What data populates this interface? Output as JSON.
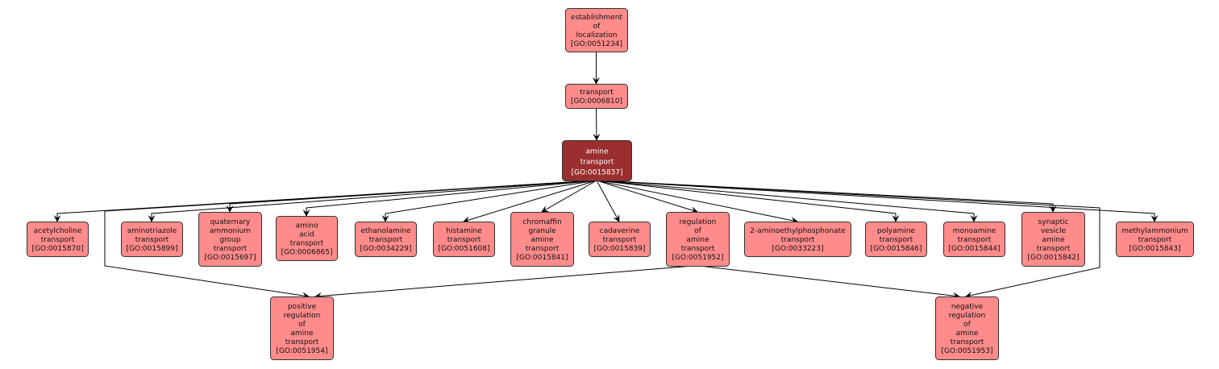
{
  "diagram": {
    "title": "GO term graph for amine transport",
    "colors": {
      "node_fill": "#ff8b8b",
      "focus_fill": "#9b2f2f",
      "edge": "#000000"
    },
    "nodes": [
      {
        "id": "GO:0051234",
        "lines": [
          "establishment",
          "of",
          "localization",
          "[GO:0051234]"
        ],
        "focus": false
      },
      {
        "id": "GO:0006810",
        "lines": [
          "transport",
          "[GO:0006810]"
        ],
        "focus": false
      },
      {
        "id": "GO:0015837",
        "lines": [
          "amine",
          "transport",
          "[GO:0015837]"
        ],
        "focus": true
      },
      {
        "id": "GO:0015870",
        "lines": [
          "acetylcholine",
          "transport",
          "[GO:0015870]"
        ],
        "focus": false
      },
      {
        "id": "GO:0015899",
        "lines": [
          "aminotriazole",
          "transport",
          "[GO:0015899]"
        ],
        "focus": false
      },
      {
        "id": "GO:0015697",
        "lines": [
          "quaternary",
          "ammonium",
          "group",
          "transport",
          "[GO:0015697]"
        ],
        "focus": false
      },
      {
        "id": "GO:0006865",
        "lines": [
          "amino",
          "acid",
          "transport",
          "[GO:0006865]"
        ],
        "focus": false
      },
      {
        "id": "GO:0034229",
        "lines": [
          "ethanolamine",
          "transport",
          "[GO:0034229]"
        ],
        "focus": false
      },
      {
        "id": "GO:0051608",
        "lines": [
          "histamine",
          "transport",
          "[GO:0051608]"
        ],
        "focus": false
      },
      {
        "id": "GO:0015841",
        "lines": [
          "chromaffin",
          "granule",
          "amine",
          "transport",
          "[GO:0015841]"
        ],
        "focus": false
      },
      {
        "id": "GO:0015839",
        "lines": [
          "cadaverine",
          "transport",
          "[GO:0015839]"
        ],
        "focus": false
      },
      {
        "id": "GO:0051952",
        "lines": [
          "regulation",
          "of",
          "amine",
          "transport",
          "[GO:0051952]"
        ],
        "focus": false
      },
      {
        "id": "GO:0033223",
        "lines": [
          "2-aminoethylphosphonate",
          "transport",
          "[GO:0033223]"
        ],
        "focus": false
      },
      {
        "id": "GO:0015846",
        "lines": [
          "polyamine",
          "transport",
          "[GO:0015846]"
        ],
        "focus": false
      },
      {
        "id": "GO:0015844",
        "lines": [
          "monoamine",
          "transport",
          "[GO:0015844]"
        ],
        "focus": false
      },
      {
        "id": "GO:0015842",
        "lines": [
          "synaptic",
          "vesicle",
          "amine",
          "transport",
          "[GO:0015842]"
        ],
        "focus": false
      },
      {
        "id": "GO:0015843",
        "lines": [
          "methylammonium",
          "transport",
          "[GO:0015843]"
        ],
        "focus": false
      },
      {
        "id": "GO:0051954",
        "lines": [
          "positive",
          "regulation",
          "of",
          "amine",
          "transport",
          "[GO:0051954]"
        ],
        "focus": false
      },
      {
        "id": "GO:0051953",
        "lines": [
          "negative",
          "regulation",
          "of",
          "amine",
          "transport",
          "[GO:0051953]"
        ],
        "focus": false
      }
    ],
    "edges": [
      {
        "from": "GO:0051234",
        "to": "GO:0006810"
      },
      {
        "from": "GO:0006810",
        "to": "GO:0015837"
      },
      {
        "from": "GO:0015837",
        "to": "GO:0015870"
      },
      {
        "from": "GO:0015837",
        "to": "GO:0015899"
      },
      {
        "from": "GO:0015837",
        "to": "GO:0015697"
      },
      {
        "from": "GO:0015837",
        "to": "GO:0006865"
      },
      {
        "from": "GO:0015837",
        "to": "GO:0034229"
      },
      {
        "from": "GO:0015837",
        "to": "GO:0051608"
      },
      {
        "from": "GO:0015837",
        "to": "GO:0015841"
      },
      {
        "from": "GO:0015837",
        "to": "GO:0015839"
      },
      {
        "from": "GO:0015837",
        "to": "GO:0051952"
      },
      {
        "from": "GO:0015837",
        "to": "GO:0033223"
      },
      {
        "from": "GO:0015837",
        "to": "GO:0015846"
      },
      {
        "from": "GO:0015837",
        "to": "GO:0015844"
      },
      {
        "from": "GO:0015837",
        "to": "GO:0015842"
      },
      {
        "from": "GO:0015837",
        "to": "GO:0015843"
      },
      {
        "from": "GO:0015837",
        "to": "GO:0051954"
      },
      {
        "from": "GO:0015837",
        "to": "GO:0051953"
      },
      {
        "from": "GO:0051952",
        "to": "GO:0051954"
      },
      {
        "from": "GO:0051952",
        "to": "GO:0051953"
      }
    ]
  }
}
